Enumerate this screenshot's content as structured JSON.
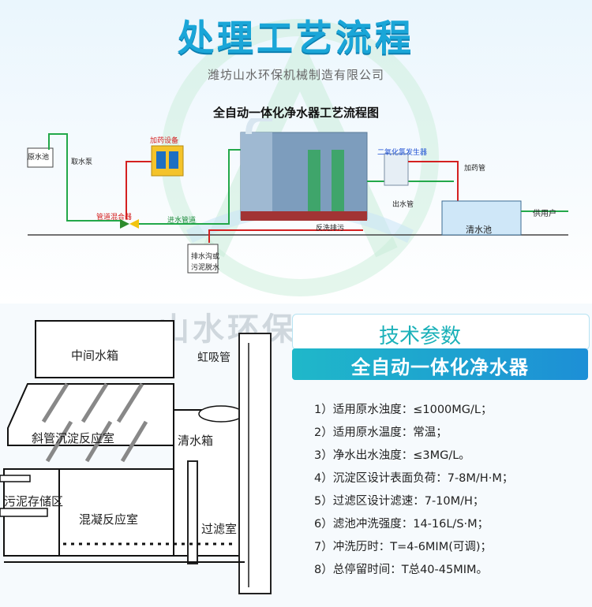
{
  "header": {
    "title": "处理工艺流程",
    "company": "潍坊山水环保机械制造有限公司",
    "flow_title": "全自动一体化净水器工艺流程图"
  },
  "flow": {
    "raw_pool": "原水池",
    "intake_pump": "取水泵",
    "dosing_device": "加药设备",
    "pipe_mixer": "管道混合器",
    "inlet_pipe": "进水管道",
    "backwash": "反洗排污",
    "drain": "排水沟或",
    "sludge": "污泥脱水",
    "chlorine_generator": "二氧化氯发生器",
    "outlet_pipe": "出水管",
    "dosing_pipe": "加药管",
    "clear_pool": "清水池",
    "user": "供用户"
  },
  "section": {
    "brand_watermark": "山水环保",
    "tech_label": "技术参数",
    "tech_sub": "全自动一体化净水器"
  },
  "params": [
    "1）适用原水浊度：≤1000MG/L；",
    "2）适用原水温度：常温；",
    "3）净水出水浊度：≤3MG/L。",
    "4）沉淀区设计表面负荷：7-8M/H·M；",
    "5）过滤区设计滤速：7-10M/H；",
    "6）滤池冲洗强度：14-16L/S·M；",
    "7）冲洗历时：T=4-6MIM(可调)；",
    "8）总停留时间：T总40-45MIM。"
  ],
  "tank": {
    "middle_tank": "中间水箱",
    "siphon": "虹吸管",
    "clear_tank": "清水箱",
    "inclined_tube": "斜管沉淀反应室",
    "sludge_storage": "污泥存储区",
    "coagulation": "混凝反应室",
    "filter": "过滤室"
  },
  "colors": {
    "accent": "#1aa6d8",
    "pipe_red": "#d42020",
    "pipe_green": "#23a84a",
    "tech_bar": "#1fb8c9"
  }
}
